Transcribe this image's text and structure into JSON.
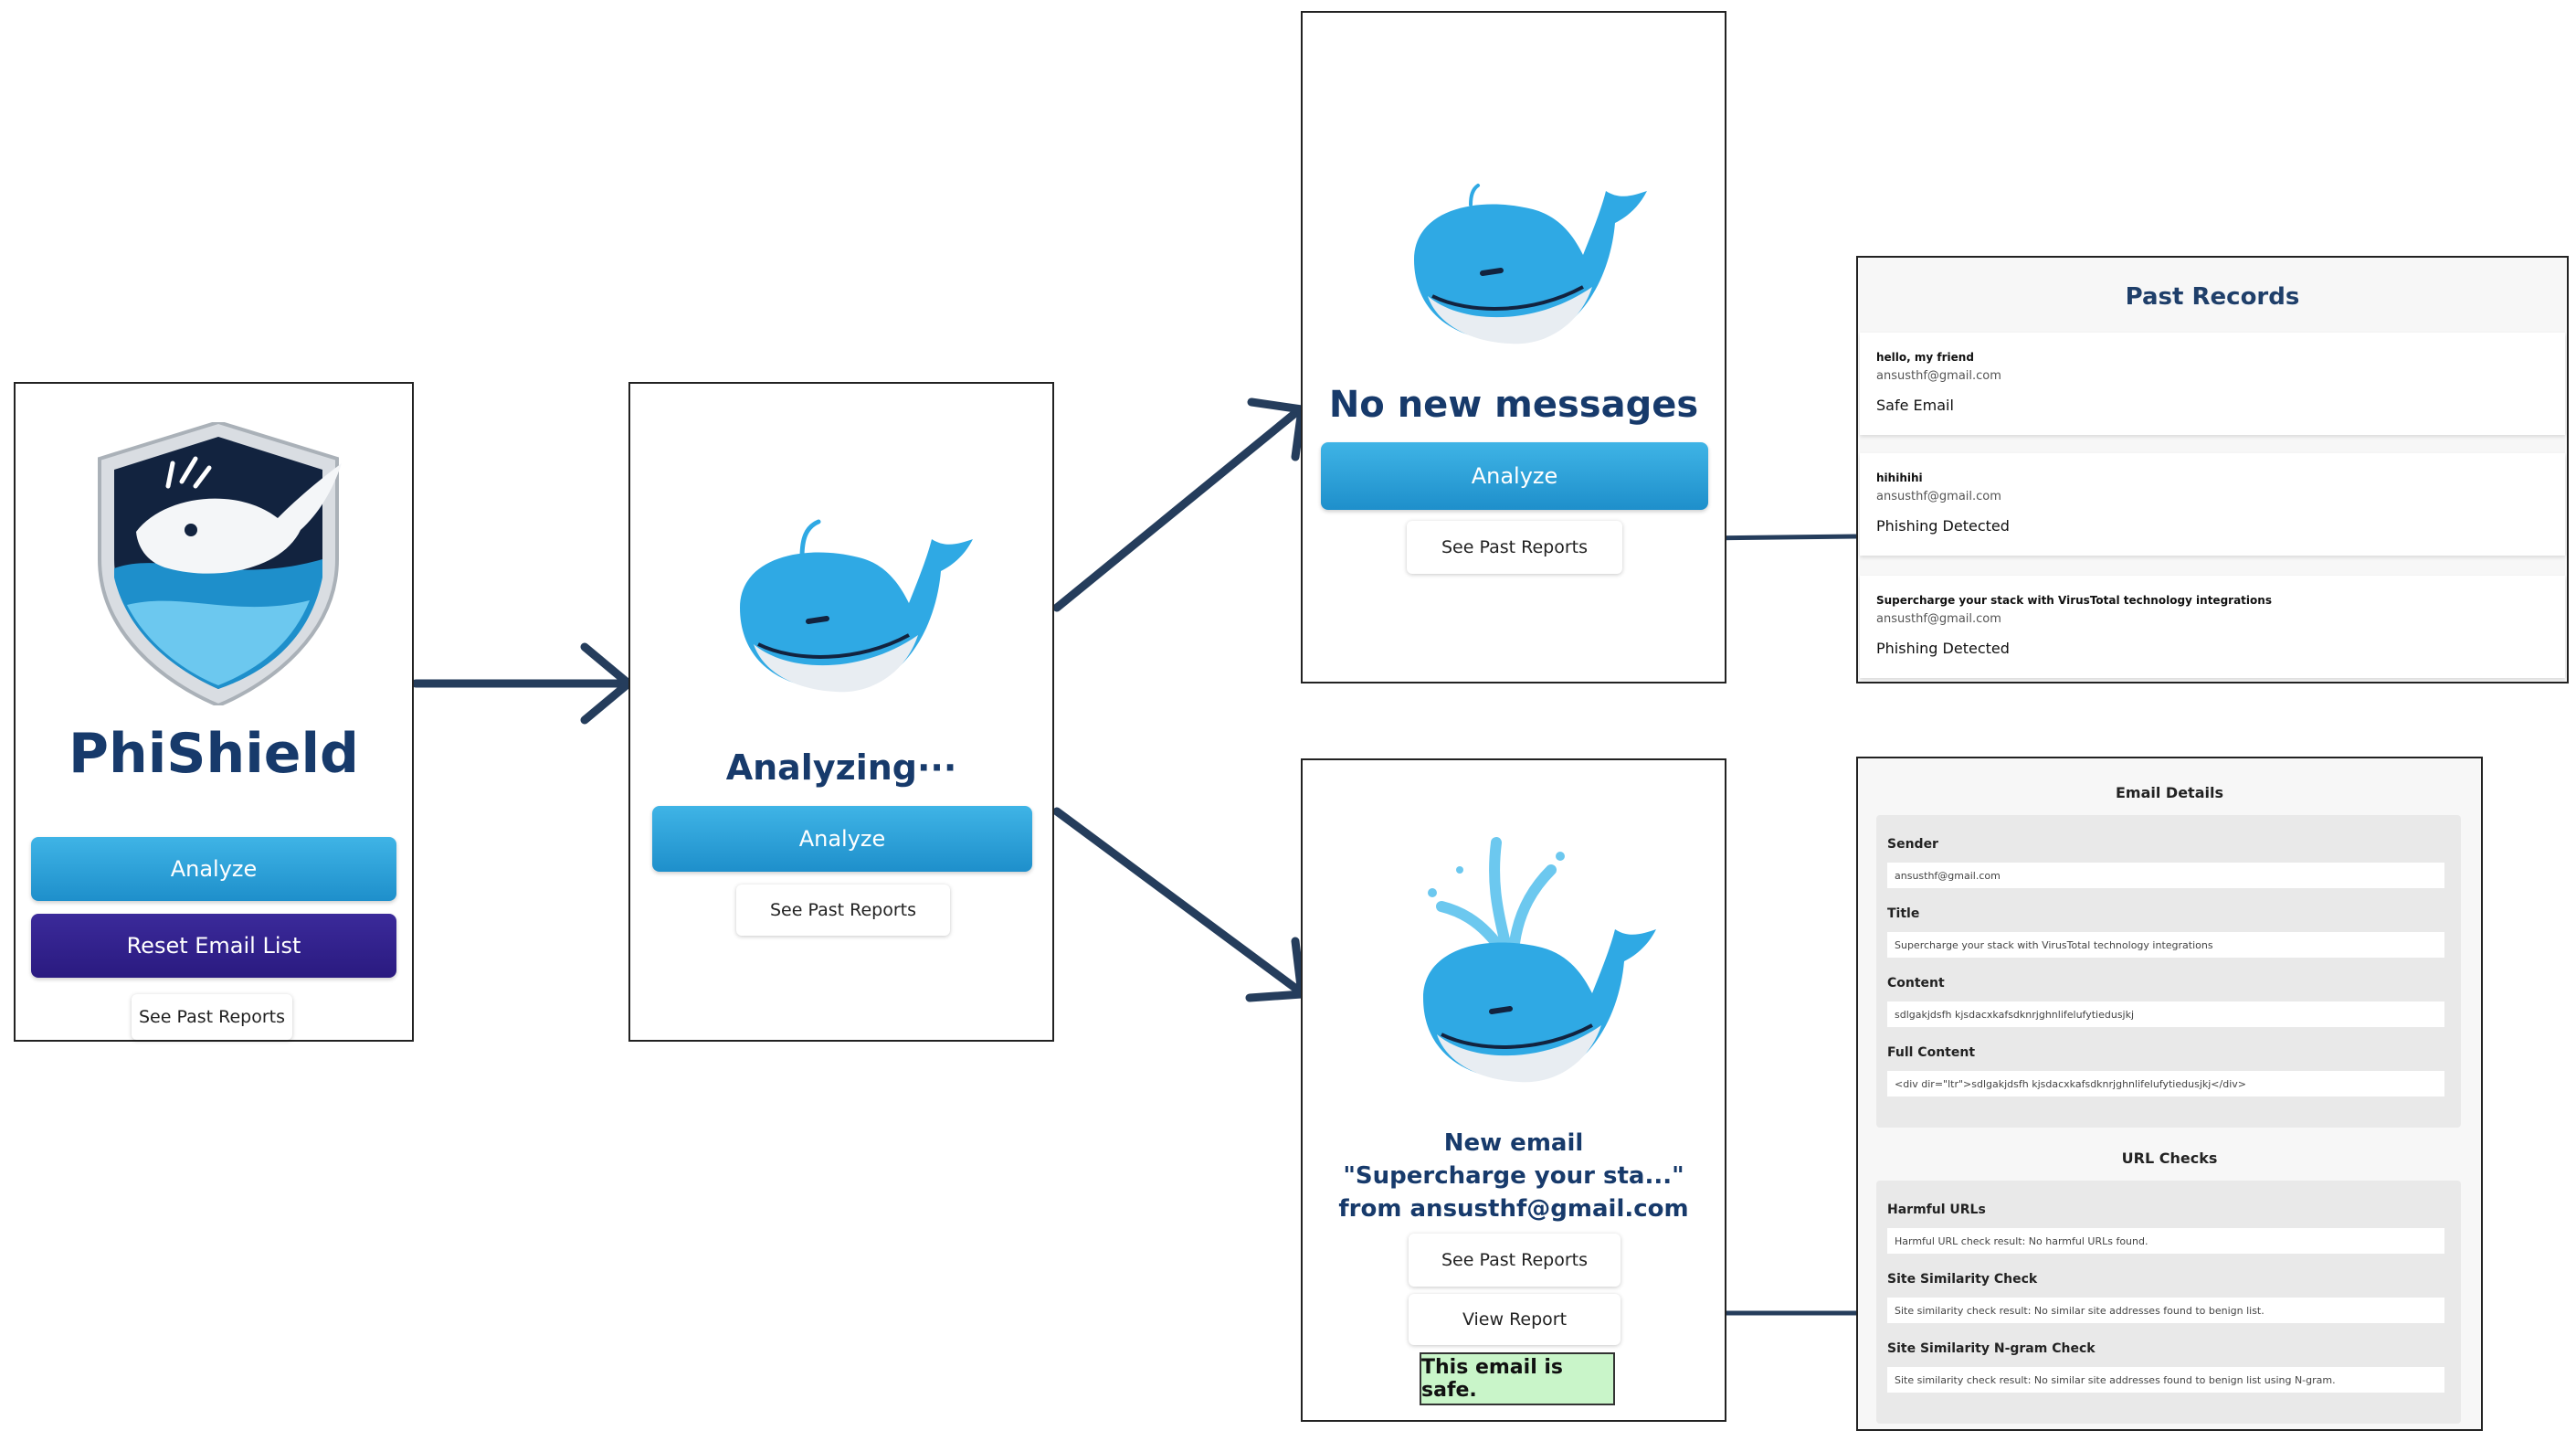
{
  "panel1": {
    "logo_title": "PhiShield",
    "analyze_label": "Analyze",
    "reset_label": "Reset Email List",
    "past_reports_label": "See Past Reports"
  },
  "panel2": {
    "status": "Analyzing···",
    "analyze_label": "Analyze",
    "past_reports_label": "See Past Reports"
  },
  "panel3": {
    "status": "No new messages",
    "analyze_label": "Analyze",
    "past_reports_label": "See Past Reports"
  },
  "panel4": {
    "line1": "New email",
    "line2": "\"Supercharge your sta...\"",
    "line3": "from ansusthf@gmail.com",
    "past_reports_label": "See Past Reports",
    "view_report_label": "View Report",
    "safe_label": "This email is safe."
  },
  "past_records": {
    "title": "Past Records",
    "records": [
      {
        "subject": "hello, my friend",
        "sender": "ansusthf@gmail.com",
        "result": "Safe Email"
      },
      {
        "subject": "hihihihi",
        "sender": "ansusthf@gmail.com",
        "result": "Phishing Detected"
      },
      {
        "subject": "Supercharge your stack with VirusTotal technology integrations",
        "sender": "ansusthf@gmail.com",
        "result": "Phishing Detected"
      }
    ]
  },
  "email_details": {
    "title": "Email Details",
    "sender_label": "Sender",
    "sender": "ansusthf@gmail.com",
    "title_label": "Title",
    "title_value": "Supercharge your stack with VirusTotal technology integrations",
    "content_label": "Content",
    "content": "sdlgakjdsfh kjsdacxkafsdknrjghnlifelufytiedusjkj",
    "full_content_label": "Full Content",
    "full_content": "<div dir=\"ltr\">sdlgakjdsfh kjsdacxkafsdknrjghnlifelufytiedusjkj</div>",
    "url_checks_title": "URL Checks",
    "harmful_label": "Harmful URLs",
    "harmful_value": "Harmful URL check result: No harmful URLs found.",
    "similarity_label": "Site Similarity Check",
    "similarity_value": "Site similarity check result: No similar site addresses found to benign list.",
    "ngram_label": "Site Similarity N-gram Check",
    "ngram_value": "Site similarity check result: No similar site addresses found to benign list using N-gram."
  },
  "colors": {
    "primary_blue": "#1e8fcb",
    "purple": "#2a1a80",
    "title_navy": "#173a6b",
    "arrow": "#253d5c",
    "safe_green": "#c9f5c9"
  }
}
